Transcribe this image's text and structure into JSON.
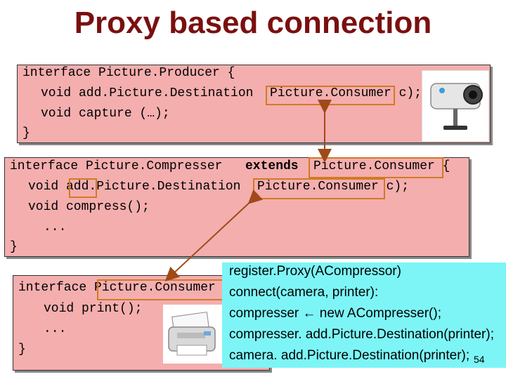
{
  "title": "Proxy based connection",
  "box1": {
    "line1": "interface Picture.Producer {",
    "line2a": "void add.Picture.Destination",
    "line2b": "Picture.Consumer c);",
    "line3": "void capture (…);",
    "line4": "}"
  },
  "box2": {
    "line1a": "interface Picture.Compresser",
    "line1b": "extends",
    "line1c": "Picture.Consumer {",
    "line2a": "void add.Picture.Destination",
    "line2b": "Picture.Consumer c);",
    "line3": "void compress();",
    "line4": "...",
    "line5": "}"
  },
  "box3": {
    "line1": "interface Picture.Consumer {",
    "line2": "void print();",
    "line3": "...",
    "line4": "}"
  },
  "steps": [
    "register.Proxy(ACompressor)",
    "connect(camera, printer):",
    "compresser ← new ACompresser();",
    "compresser. add.Picture.Destination(printer);",
    "camera. add.Picture.Destination(printer);"
  ],
  "page_number": "54",
  "colors": {
    "title": "#7a1010",
    "code_bg": "#f4aeae",
    "highlight": "#d27a24",
    "steps_bg": "#7df5f7"
  }
}
